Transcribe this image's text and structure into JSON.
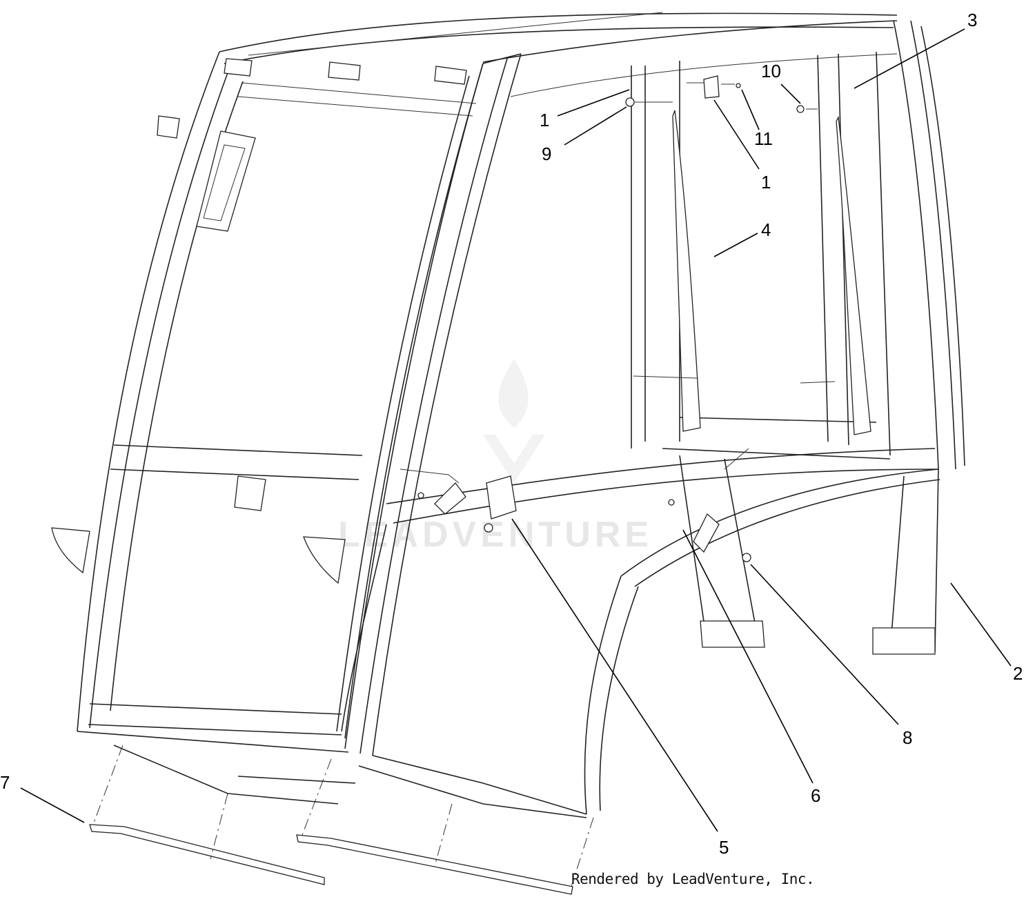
{
  "diagram": {
    "callouts": [
      {
        "id": "c1a",
        "label": "1"
      },
      {
        "id": "c9",
        "label": "9"
      },
      {
        "id": "c10",
        "label": "10"
      },
      {
        "id": "c11",
        "label": "11"
      },
      {
        "id": "c1b",
        "label": "1"
      },
      {
        "id": "c3",
        "label": "3"
      },
      {
        "id": "c4",
        "label": "4"
      },
      {
        "id": "c2",
        "label": "2"
      },
      {
        "id": "c8",
        "label": "8"
      },
      {
        "id": "c6",
        "label": "6"
      },
      {
        "id": "c5",
        "label": "5"
      },
      {
        "id": "c7",
        "label": "7"
      }
    ],
    "credit": "Rendered by LeadVenture, Inc.",
    "watermark": "LEADVENTURE",
    "colors": {
      "line": "#222222",
      "background": "#ffffff",
      "watermark": "#e7e7e7"
    }
  }
}
